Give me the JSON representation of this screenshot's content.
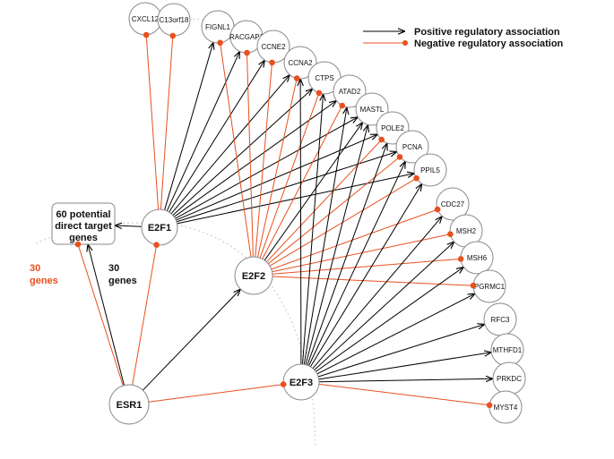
{
  "legend": {
    "positive": "Positive regulatory association",
    "negative": "Negative regulatory association",
    "positive_color": "#000000",
    "negative_color": "#e8501e"
  },
  "box_lines": [
    "60 potential",
    "direct target",
    "genes"
  ],
  "count_labels": {
    "negative": [
      "30",
      "genes"
    ],
    "positive": [
      "30",
      "genes"
    ]
  },
  "tfs": [
    "ESR1",
    "E2F1",
    "E2F2",
    "E2F3"
  ],
  "genes": [
    "CXCL12",
    "C13orf18",
    "FIGNL1",
    "RACGAP1",
    "CCNE2",
    "CCNA2",
    "CTPS",
    "ATAD2",
    "MASTL",
    "POLE2",
    "PCNA",
    "PPIL5",
    "CDC27",
    "MSH2",
    "MSH6",
    "PGRMC1",
    "RFC3",
    "MTHFD1",
    "PRKDC",
    "MYST4"
  ],
  "edges": [
    {
      "from": "ESR1",
      "to": "BOX",
      "type": "negative"
    },
    {
      "from": "ESR1",
      "to": "BOX",
      "type": "positive"
    },
    {
      "from": "ESR1",
      "to": "E2F1",
      "type": "negative"
    },
    {
      "from": "ESR1",
      "to": "E2F2",
      "type": "positive"
    },
    {
      "from": "ESR1",
      "to": "E2F3",
      "type": "negative"
    },
    {
      "from": "E2F1",
      "to": "BOX",
      "type": "positive"
    },
    {
      "from": "E2F1",
      "to": "CXCL12",
      "type": "negative"
    },
    {
      "from": "E2F1",
      "to": "C13orf18",
      "type": "negative"
    },
    {
      "from": "E2F1",
      "to": "FIGNL1",
      "type": "positive"
    },
    {
      "from": "E2F1",
      "to": "RACGAP1",
      "type": "positive"
    },
    {
      "from": "E2F1",
      "to": "CCNE2",
      "type": "positive"
    },
    {
      "from": "E2F1",
      "to": "CCNA2",
      "type": "positive"
    },
    {
      "from": "E2F1",
      "to": "CTPS",
      "type": "positive"
    },
    {
      "from": "E2F1",
      "to": "ATAD2",
      "type": "positive"
    },
    {
      "from": "E2F1",
      "to": "MASTL",
      "type": "positive"
    },
    {
      "from": "E2F1",
      "to": "POLE2",
      "type": "positive"
    },
    {
      "from": "E2F1",
      "to": "PCNA",
      "type": "positive"
    },
    {
      "from": "E2F1",
      "to": "PPIL5",
      "type": "positive"
    },
    {
      "from": "E2F2",
      "to": "FIGNL1",
      "type": "negative"
    },
    {
      "from": "E2F2",
      "to": "RACGAP1",
      "type": "negative"
    },
    {
      "from": "E2F2",
      "to": "CCNE2",
      "type": "negative"
    },
    {
      "from": "E2F2",
      "to": "CCNA2",
      "type": "negative"
    },
    {
      "from": "E2F2",
      "to": "CTPS",
      "type": "negative"
    },
    {
      "from": "E2F2",
      "to": "ATAD2",
      "type": "negative"
    },
    {
      "from": "E2F2",
      "to": "MASTL",
      "type": "positive"
    },
    {
      "from": "E2F2",
      "to": "POLE2",
      "type": "negative"
    },
    {
      "from": "E2F2",
      "to": "PCNA",
      "type": "negative"
    },
    {
      "from": "E2F2",
      "to": "PPIL5",
      "type": "negative"
    },
    {
      "from": "E2F2",
      "to": "CDC27",
      "type": "negative"
    },
    {
      "from": "E2F2",
      "to": "MSH2",
      "type": "negative"
    },
    {
      "from": "E2F2",
      "to": "MSH6",
      "type": "negative"
    },
    {
      "from": "E2F2",
      "to": "PGRMC1",
      "type": "negative"
    },
    {
      "from": "E2F3",
      "to": "CCNA2",
      "type": "positive"
    },
    {
      "from": "E2F3",
      "to": "CTPS",
      "type": "positive"
    },
    {
      "from": "E2F3",
      "to": "ATAD2",
      "type": "positive"
    },
    {
      "from": "E2F3",
      "to": "MASTL",
      "type": "positive"
    },
    {
      "from": "E2F3",
      "to": "POLE2",
      "type": "positive"
    },
    {
      "from": "E2F3",
      "to": "PCNA",
      "type": "positive"
    },
    {
      "from": "E2F3",
      "to": "PPIL5",
      "type": "positive"
    },
    {
      "from": "E2F3",
      "to": "CDC27",
      "type": "positive"
    },
    {
      "from": "E2F3",
      "to": "MSH2",
      "type": "positive"
    },
    {
      "from": "E2F3",
      "to": "MSH6",
      "type": "positive"
    },
    {
      "from": "E2F3",
      "to": "PGRMC1",
      "type": "positive"
    },
    {
      "from": "E2F3",
      "to": "RFC3",
      "type": "positive"
    },
    {
      "from": "E2F3",
      "to": "MTHFD1",
      "type": "positive"
    },
    {
      "from": "E2F3",
      "to": "PRKDC",
      "type": "positive"
    },
    {
      "from": "E2F3",
      "to": "MYST4",
      "type": "negative"
    }
  ]
}
